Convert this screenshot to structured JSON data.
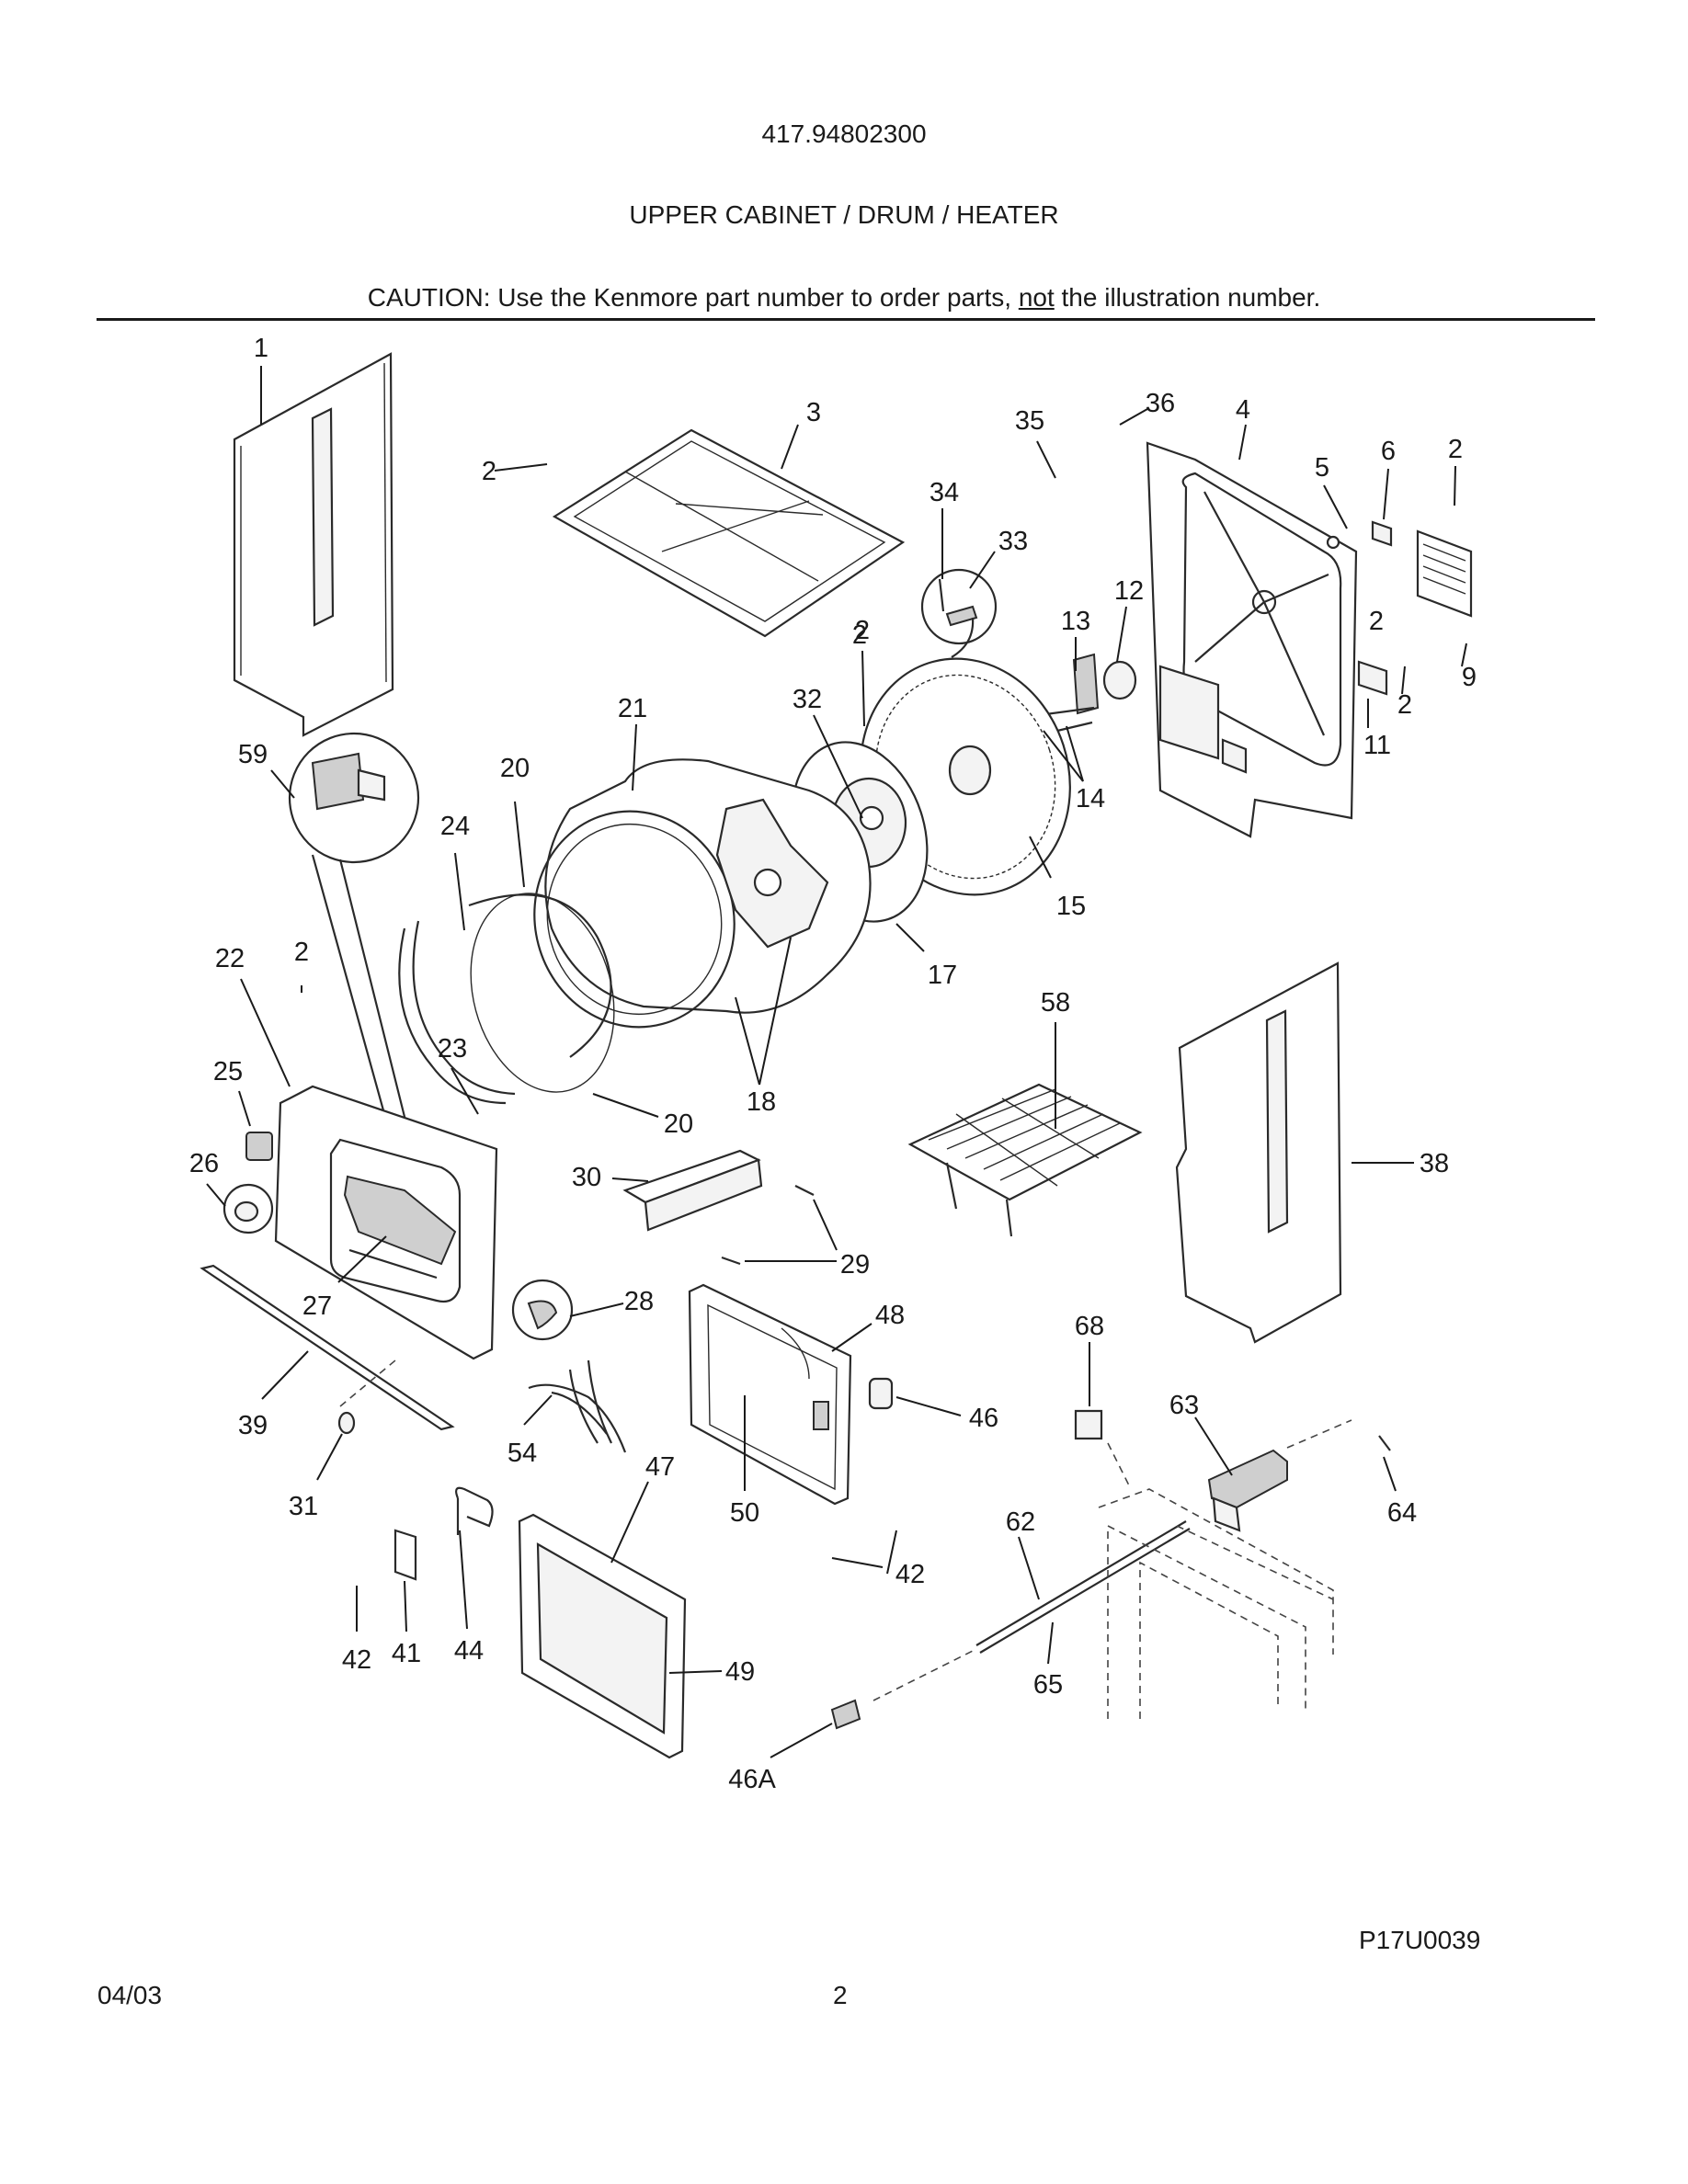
{
  "header": {
    "model_number": "417.94802300",
    "section_title": "UPPER CABINET / DRUM / HEATER",
    "caution_before": "CAUTION: Use the Kenmore part number to order parts, ",
    "caution_emphasis": "not",
    "caution_after": " the illustration number."
  },
  "footer": {
    "figure_code": "P17U0039",
    "date": "04/03",
    "page_number": "2"
  },
  "callouts": [
    {
      "id": "c1",
      "label": "1"
    },
    {
      "id": "c2a",
      "label": "2"
    },
    {
      "id": "c3",
      "label": "3"
    },
    {
      "id": "c35",
      "label": "35"
    },
    {
      "id": "c36",
      "label": "36"
    },
    {
      "id": "c4",
      "label": "4"
    },
    {
      "id": "c5",
      "label": "5"
    },
    {
      "id": "c6",
      "label": "6"
    },
    {
      "id": "c2b",
      "label": "2"
    },
    {
      "id": "c34",
      "label": "34"
    },
    {
      "id": "c33",
      "label": "33"
    },
    {
      "id": "c2c",
      "label": "2"
    },
    {
      "id": "c13",
      "label": "13"
    },
    {
      "id": "c12",
      "label": "12"
    },
    {
      "id": "c9",
      "label": "9"
    },
    {
      "id": "c2d",
      "label": "2"
    },
    {
      "id": "c2e",
      "label": "2"
    },
    {
      "id": "c11",
      "label": "11"
    },
    {
      "id": "c21",
      "label": "21"
    },
    {
      "id": "c32",
      "label": "32"
    },
    {
      "id": "c2f",
      "label": "2"
    },
    {
      "id": "c14",
      "label": "14"
    },
    {
      "id": "c59",
      "label": "59"
    },
    {
      "id": "c20a",
      "label": "20"
    },
    {
      "id": "c24",
      "label": "24"
    },
    {
      "id": "c15",
      "label": "15"
    },
    {
      "id": "c22",
      "label": "22"
    },
    {
      "id": "c2g",
      "label": "2"
    },
    {
      "id": "c17",
      "label": "17"
    },
    {
      "id": "c58",
      "label": "58"
    },
    {
      "id": "c25",
      "label": "25"
    },
    {
      "id": "c23",
      "label": "23"
    },
    {
      "id": "c18",
      "label": "18"
    },
    {
      "id": "c20b",
      "label": "20"
    },
    {
      "id": "c26",
      "label": "26"
    },
    {
      "id": "c30",
      "label": "30"
    },
    {
      "id": "c38",
      "label": "38"
    },
    {
      "id": "c29",
      "label": "29"
    },
    {
      "id": "c27",
      "label": "27"
    },
    {
      "id": "c28",
      "label": "28"
    },
    {
      "id": "c48",
      "label": "48"
    },
    {
      "id": "c68",
      "label": "68"
    },
    {
      "id": "c39",
      "label": "39"
    },
    {
      "id": "c46",
      "label": "46"
    },
    {
      "id": "c63",
      "label": "63"
    },
    {
      "id": "c54",
      "label": "54"
    },
    {
      "id": "c47",
      "label": "47"
    },
    {
      "id": "c31",
      "label": "31"
    },
    {
      "id": "c50",
      "label": "50"
    },
    {
      "id": "c62",
      "label": "62"
    },
    {
      "id": "c64",
      "label": "64"
    },
    {
      "id": "c42a",
      "label": "42"
    },
    {
      "id": "c42b",
      "label": "42"
    },
    {
      "id": "c41",
      "label": "41"
    },
    {
      "id": "c44",
      "label": "44"
    },
    {
      "id": "c49",
      "label": "49"
    },
    {
      "id": "c65",
      "label": "65"
    },
    {
      "id": "c46a",
      "label": "46A"
    }
  ]
}
